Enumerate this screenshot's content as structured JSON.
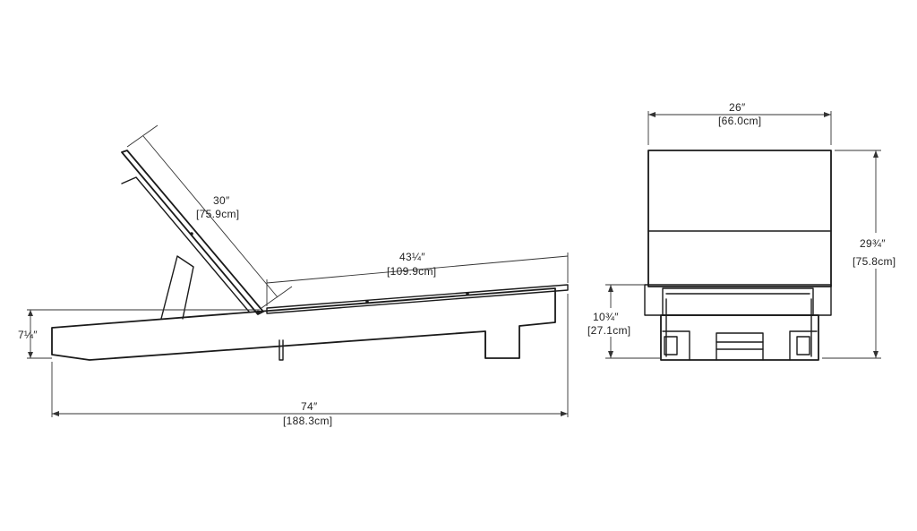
{
  "side_view": {
    "backrest_length": {
      "imperial": "30″",
      "metric": "[75.9cm]"
    },
    "seat_length": {
      "imperial": "43¼″",
      "metric": "[109.9cm]"
    },
    "front_height": {
      "imperial": "7¼″",
      "metric": ""
    },
    "overall_length": {
      "imperial": "74″",
      "metric": "[188.3cm]"
    }
  },
  "front_view": {
    "width": {
      "imperial": "26″",
      "metric": "[66.0cm]"
    },
    "overall_height": {
      "imperial": "29¾″",
      "metric": "[75.8cm]"
    },
    "seat_height": {
      "imperial": "10¾″",
      "metric": "[27.1cm]"
    }
  }
}
